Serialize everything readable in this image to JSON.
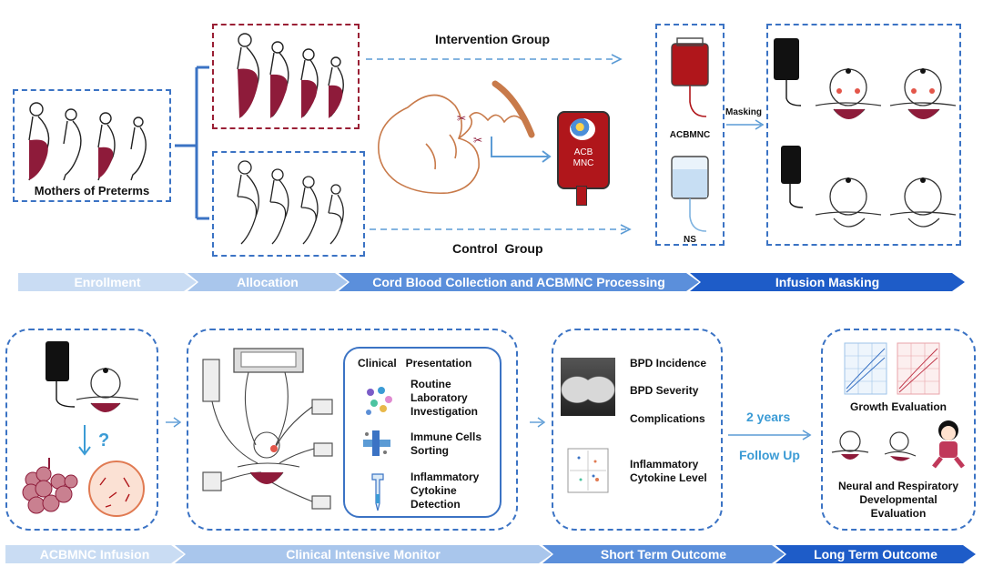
{
  "top": {
    "mothers_label": "Mothers of Preterms",
    "intervention_label": "Intervention Group",
    "control_label": "Control  Group",
    "bag_label_line1": "ACB",
    "bag_label_line2": "MNC",
    "acbmnc_label": "ACBMNC",
    "ns_label": "NS",
    "masking_label": "Masking"
  },
  "top_banner": [
    "Enrollment",
    "Allocation",
    "Cord Blood Collection and ACBMNC Processing",
    "Infusion Masking"
  ],
  "bottom": {
    "question_mark": "?",
    "clinical_title": "Clinical   Presentation",
    "clinical_items": [
      "Routine Laboratory Investigation",
      "Immune Cells Sorting",
      "Inflammatory Cytokine Detection"
    ],
    "short_items": [
      "BPD Incidence",
      "BPD Severity",
      "Complications",
      "Inflammatory Cytokine Level"
    ],
    "followup_years": "2 years",
    "followup_label": "Follow Up",
    "growth_label": "Growth Evaluation",
    "neural_label": "Neural and Respiratory Developmental Evaluation"
  },
  "bottom_banner": [
    "ACBMNC Infusion",
    "Clinical Intensive Monitor",
    "Short Term Outcome",
    "Long Term Outcome"
  ],
  "colors": {
    "dashed_blue": "#3b73c4",
    "dashed_red": "#9a1f35",
    "maroon": "#8e1b3a",
    "blood_red": "#b0161b",
    "banner_1": "#c9dcf3",
    "banner_2": "#a9c6ec",
    "banner_3": "#5b8fdb",
    "banner_4": "#1e5cc8"
  }
}
